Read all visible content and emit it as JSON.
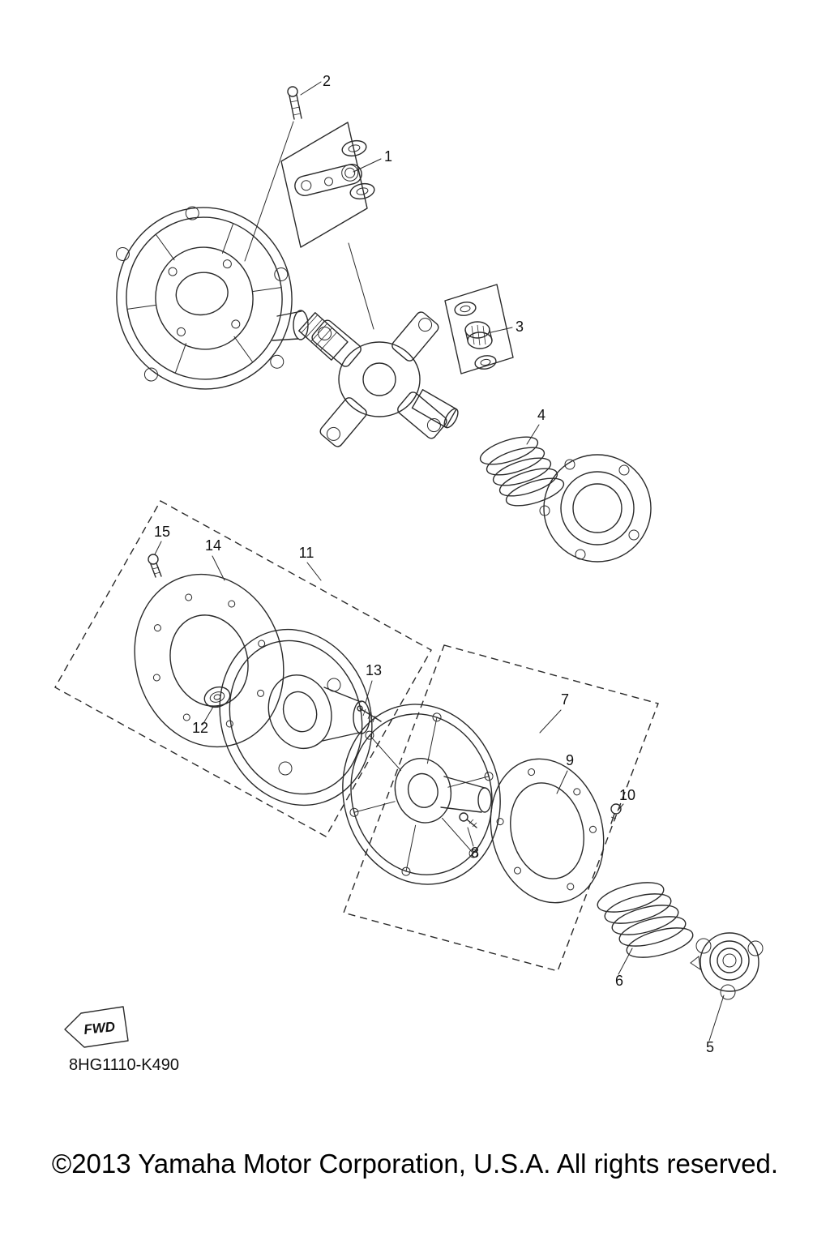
{
  "colors": {
    "line": "#2a2a2a",
    "background": "#ffffff",
    "text": "#111111"
  },
  "labels": {
    "fwd": "FWD",
    "part_code": "8HG1110-K490",
    "copyright": "©2013 Yamaha Motor Corporation, U.S.A. All rights reserved."
  },
  "callouts": {
    "c1": "1",
    "c2": "2",
    "c3": "3",
    "c4": "4",
    "c5": "5",
    "c6": "6",
    "c7": "7",
    "c8": "8",
    "c9": "9",
    "c10": "10",
    "c11": "11",
    "c12": "12",
    "c13": "13",
    "c14": "14",
    "c15": "15"
  }
}
